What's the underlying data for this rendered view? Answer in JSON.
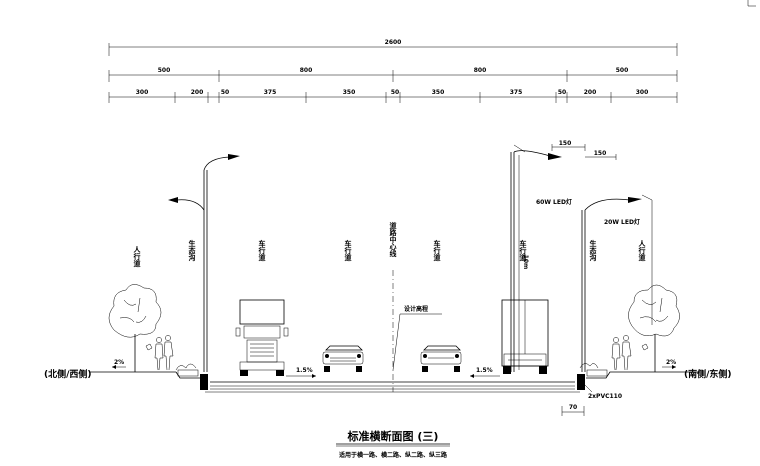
{
  "dimensions": {
    "total": "2600",
    "row2": [
      "500",
      "800",
      "800",
      "500"
    ],
    "row3": [
      "300",
      "200",
      "50",
      "375",
      "350",
      "50",
      "350",
      "375",
      "50",
      "200",
      "300"
    ]
  },
  "lamps": {
    "offset_a": "150",
    "offset_b": "150",
    "lamp_60w": "60W LED灯",
    "lamp_20w": "20W LED灯",
    "height": "10m"
  },
  "lanes": {
    "left_sidewalk": "人行道",
    "left_green": "生态沟",
    "lane_1": "车行道",
    "lane_2": "车行道",
    "centerline": "道路中心线",
    "lane_3": "车行道",
    "lane_4": "车行道",
    "right_green": "生态沟",
    "right_sidewalk": "人行道"
  },
  "annotations": {
    "design_elevation": "设计高程",
    "slope_left_walk": "2%",
    "slope_left_road": "1.5%",
    "slope_right_road": "1.5%",
    "slope_right_walk": "2%",
    "pipe": "2xPVC110",
    "curb_width": "70"
  },
  "sides": {
    "left": "(北侧/西侧)",
    "right": "(南侧/东侧)"
  },
  "title": {
    "main": "标准横断面图 (三)",
    "subtitle": "适用于横一路、横二路、纵二路、纵三路"
  }
}
